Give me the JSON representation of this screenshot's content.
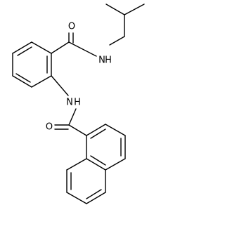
{
  "molecule": {
    "atoms": {
      "carbonyl_oxygen_top": "O",
      "amide_nitrogen_top": "N",
      "amide_hydrogen_top": "H",
      "amine_nitrogen": "N",
      "amine_hydrogen": "H",
      "carbonyl_oxygen_bottom": "O"
    }
  },
  "colors": {
    "bond": "#000000",
    "label": "#000000",
    "background": "#ffffff"
  }
}
